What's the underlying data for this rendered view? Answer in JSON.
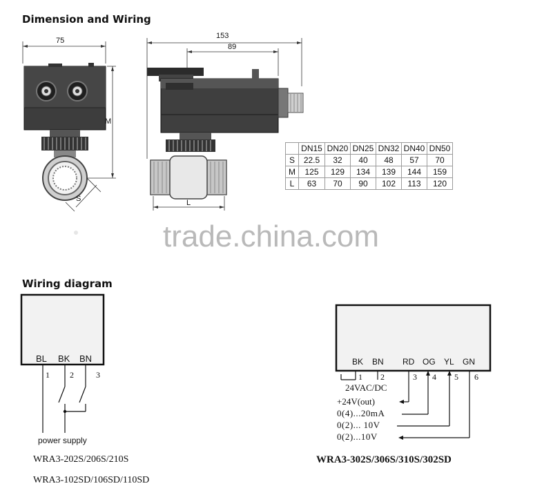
{
  "titles": {
    "dimension": "Dimension and Wiring",
    "wiring": "Wiring diagram"
  },
  "dimensions": {
    "width_front": "75",
    "total_length": "153",
    "actuator_length": "89",
    "height_label": "M",
    "body_length_label": "L",
    "side_label": "S"
  },
  "spec_table": {
    "headers": [
      "",
      "DN15",
      "DN20",
      "DN25",
      "DN32",
      "DN40",
      "DN50"
    ],
    "rows": [
      [
        "S",
        "22.5",
        "32",
        "40",
        "48",
        "57",
        "70"
      ],
      [
        "M",
        "125",
        "129",
        "134",
        "139",
        "144",
        "159"
      ],
      [
        "L",
        "63",
        "70",
        "90",
        "102",
        "113",
        "120"
      ]
    ]
  },
  "watermark": "trade.china.com",
  "left_wiring": {
    "wires": [
      "BL",
      "BK",
      "BN"
    ],
    "terminals": [
      "1",
      "2",
      "3"
    ],
    "power_label": "power supply",
    "models": [
      "WRA3-202S/206S/210S",
      "WRA3-102SD/106SD/110SD"
    ]
  },
  "right_wiring": {
    "wires": [
      "BK",
      "BN",
      "RD",
      "OG",
      "YL",
      "GN"
    ],
    "terminals": [
      "1",
      "2",
      "3",
      "4",
      "5",
      "6"
    ],
    "signals": [
      "24VAC/DC",
      "+24V(out)",
      "0(4)...20mA",
      "0(2)... 10V",
      "0(2)...10V"
    ],
    "model": "WRA3-302S/306S/310S/302SD"
  }
}
